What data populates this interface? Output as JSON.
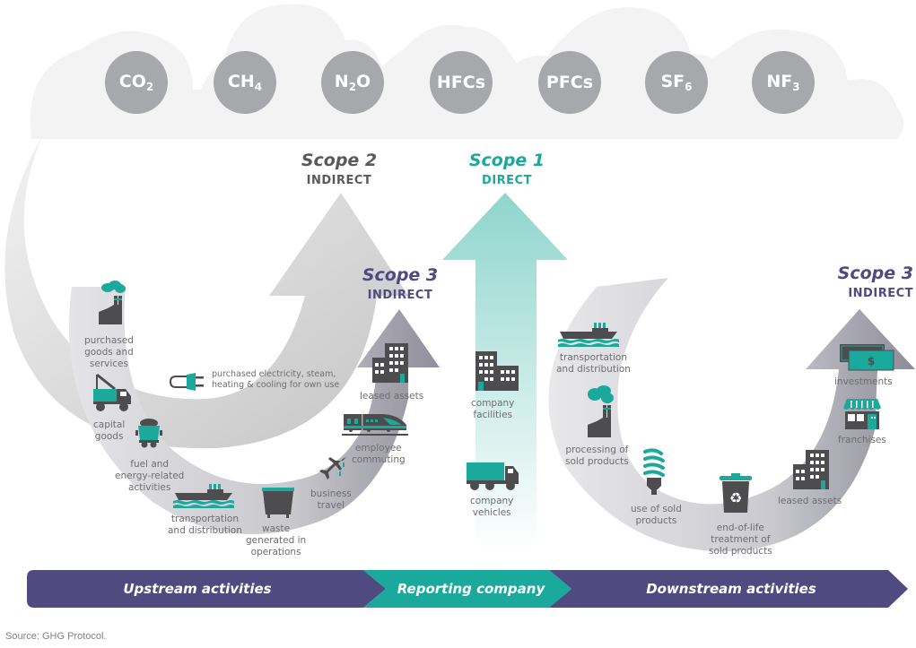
{
  "colors": {
    "teal": "#1aa99b",
    "dark_icon": "#4d4d4f",
    "purple": "#4f4a80",
    "gas_circle": "#a7a8ab",
    "scope2_gray": "#58595b",
    "scope1_teal": "#1aa99b",
    "scope3_purple": "#4f4a80",
    "cloud": "#f3f3f3"
  },
  "gases": [
    {
      "base": "CO",
      "sub": "2",
      "tail": ""
    },
    {
      "base": "CH",
      "sub": "4",
      "tail": ""
    },
    {
      "base": "N",
      "sub": "2",
      "tail": "O"
    },
    {
      "base": "HFCs",
      "sub": "",
      "tail": ""
    },
    {
      "base": "PFCs",
      "sub": "",
      "tail": ""
    },
    {
      "base": "SF",
      "sub": "6",
      "tail": ""
    },
    {
      "base": "NF",
      "sub": "3",
      "tail": ""
    }
  ],
  "scopes": {
    "scope2": {
      "title": "Scope 2",
      "subtitle": "INDIRECT"
    },
    "scope1": {
      "title": "Scope 1",
      "subtitle": "DIRECT"
    },
    "scope3_upstream": {
      "title": "Scope 3",
      "subtitle": "INDIRECT"
    },
    "scope3_downstream": {
      "title": "Scope 3",
      "subtitle": "INDIRECT"
    }
  },
  "scope2_items": [
    {
      "icon": "plug-icon",
      "label": "purchased electricity, steam,\nheating & cooling for own use"
    }
  ],
  "upstream_items": [
    {
      "icon": "factory-icon",
      "label": "purchased\ngoods and\nservices"
    },
    {
      "icon": "crane-truck-icon",
      "label": "capital\ngoods"
    },
    {
      "icon": "coal-cart-icon",
      "label": "fuel and\nenergy-related\nactivities"
    },
    {
      "icon": "ship-icon",
      "label": "transportation\nand distribution"
    },
    {
      "icon": "dumpster-icon",
      "label": "waste\ngenerated in\noperations"
    },
    {
      "icon": "airplane-icon",
      "label": "business\ntravel"
    },
    {
      "icon": "train-icon",
      "label": "employee\ncommuting"
    },
    {
      "icon": "building-icon",
      "label": "leased assets"
    }
  ],
  "scope1_items": [
    {
      "icon": "company-building-icon",
      "label": "company\nfacilities"
    },
    {
      "icon": "truck-icon",
      "label": "company\nvehicles"
    }
  ],
  "downstream_items": [
    {
      "icon": "ship-icon",
      "label": "transportation\nand distribution"
    },
    {
      "icon": "factory-icon",
      "label": "processing of\nsold products"
    },
    {
      "icon": "lightbulb-icon",
      "label": "use of sold\nproducts"
    },
    {
      "icon": "recycle-bin-icon",
      "label": "end-of-life\ntreatment of\nsold products"
    },
    {
      "icon": "building-icon",
      "label": "leased assets"
    },
    {
      "icon": "storefront-icon",
      "label": "franchises"
    },
    {
      "icon": "money-icon",
      "label": "investments"
    }
  ],
  "bottom_band": {
    "upstream": "Upstream activities",
    "reporting": "Reporting company",
    "downstream": "Downstream activities"
  },
  "source": "Source: GHG Protocol."
}
